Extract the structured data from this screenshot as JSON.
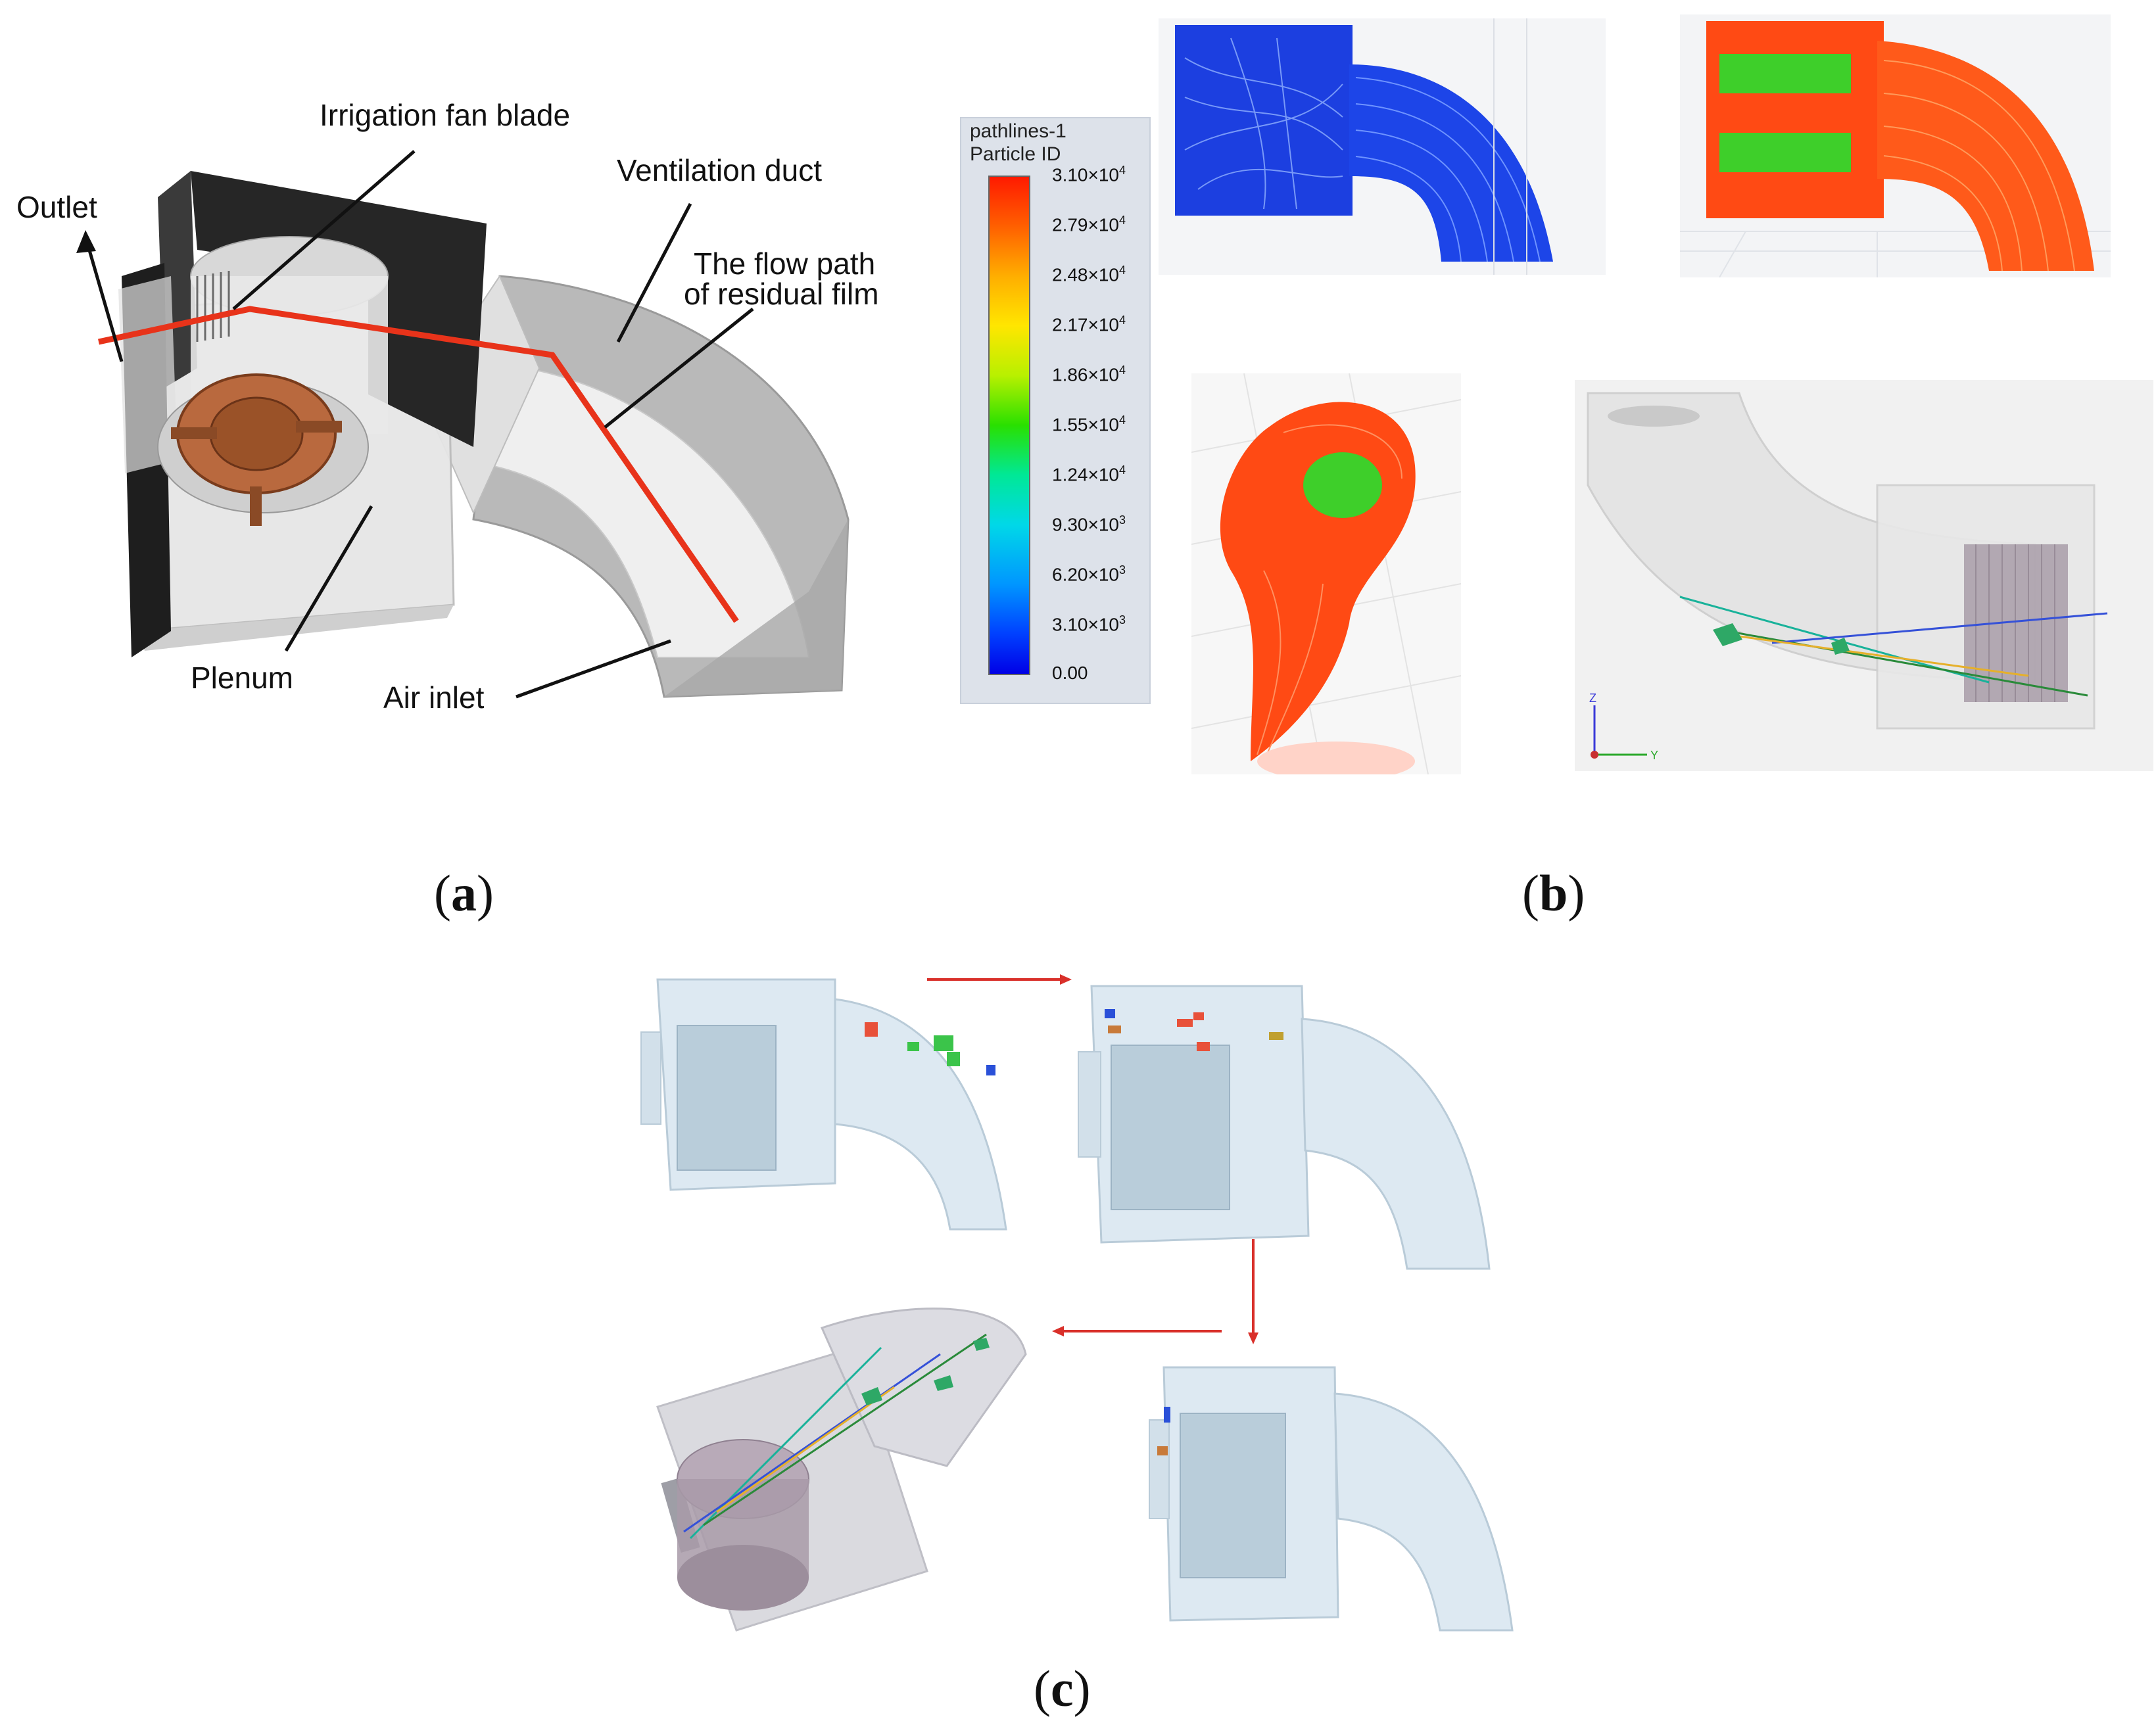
{
  "panel_a": {
    "labels": {
      "fan_blade": "Irrigation fan blade",
      "duct": "Ventilation duct",
      "outlet": "Outlet",
      "flow_path_1": "The flow path",
      "flow_path_2": "of  residual film",
      "plenum": "Plenum",
      "inlet": "Air inlet"
    },
    "letter": "a"
  },
  "panel_b": {
    "colorbar": {
      "title": "pathlines-1",
      "subtitle": "Particle ID",
      "ticks": [
        {
          "mant": "3.10",
          "exp": "4"
        },
        {
          "mant": "2.79",
          "exp": "4"
        },
        {
          "mant": "2.48",
          "exp": "4"
        },
        {
          "mant": "2.17",
          "exp": "4"
        },
        {
          "mant": "1.86",
          "exp": "4"
        },
        {
          "mant": "1.55",
          "exp": "4"
        },
        {
          "mant": "1.24",
          "exp": "4"
        },
        {
          "mant": "9.30",
          "exp": "3"
        },
        {
          "mant": "6.20",
          "exp": "3"
        },
        {
          "mant": "3.10",
          "exp": "3"
        },
        {
          "mant": "0.00",
          "exp": ""
        }
      ],
      "range": [
        0,
        31000
      ]
    },
    "axis_labels": {
      "z": "Z",
      "y": "Y"
    },
    "letter": "b"
  },
  "panel_c": {
    "letter": "c"
  },
  "colors": {
    "flow_red": "#e8331a",
    "arrow_red": "#d9302a",
    "duct_blue": "#dde9f2",
    "housing_dark": "#262626"
  }
}
